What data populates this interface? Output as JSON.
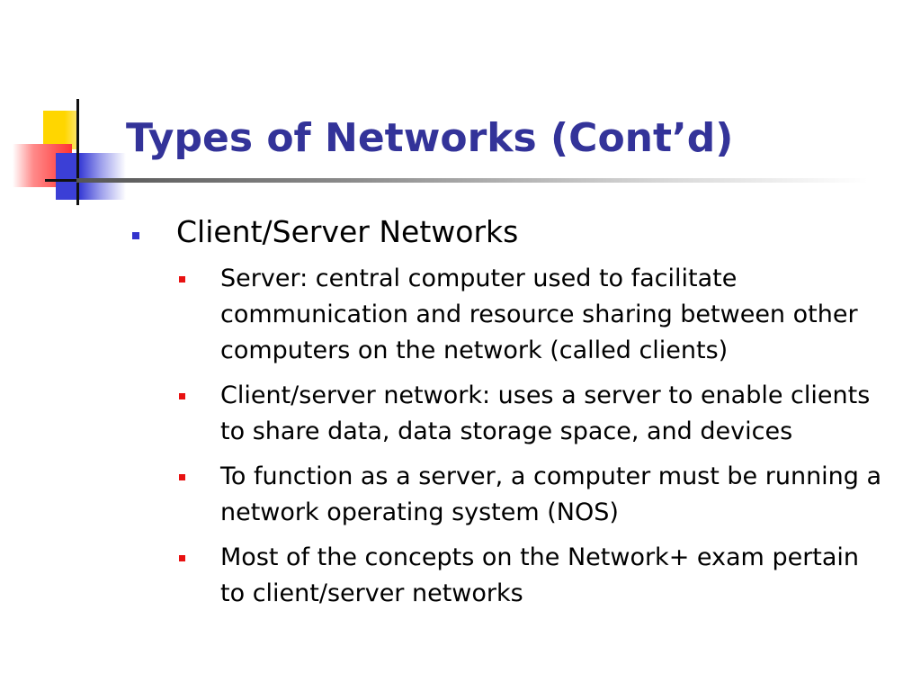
{
  "slide": {
    "title": "Types of Networks (Cont’d)",
    "colors": {
      "title": "#333399",
      "level1_bullet": "#3333CC",
      "level2_bullet": "#E81111",
      "logo_yellow": "#FFD600",
      "logo_red": "#FF3333",
      "logo_blue": "#3B3FD6"
    },
    "bullets": [
      {
        "text": "Client/Server Networks",
        "subbullets": [
          "Server: central computer used to facilitate communication and resource sharing between other computers on the network (called clients)",
          "Client/server network: uses a server to enable clients to share data, data storage space, and devices",
          "To function as a server, a computer must be running a network operating system (NOS)",
          "Most of the concepts on the Network+ exam pertain to client/server networks"
        ]
      }
    ]
  }
}
